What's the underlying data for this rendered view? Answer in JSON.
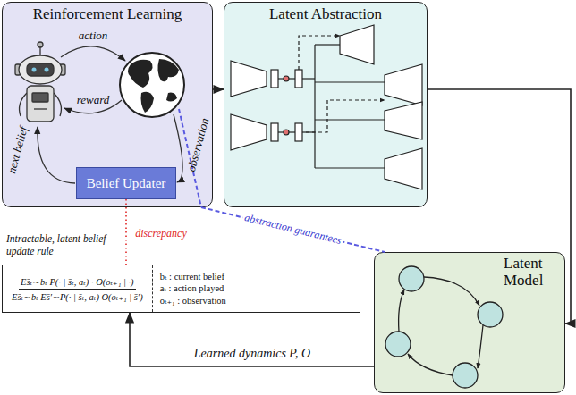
{
  "diagram": {
    "nodes": [
      {
        "text": [
          "Reinforcement Learning"
        ]
      },
      {
        "text": [
          "Belief Updater"
        ],
        "in": 0
      },
      {
        "text": [
          "Latent Abstraction"
        ]
      },
      {
        "text": [
          "Intractable, latent belief update rule",
          "Es̄ₜ∼bₜ P(· | s̄ₜ, aₜ) · O(oₜ₊₁ | ·)",
          "Es̄ₜ∼bₜ Es̄′∼P(· | s̄ₜ, aₜ) O(oₜ₊₁ | s̄′)",
          "bₜ : current belief",
          "aₜ : action played",
          "oₜ₊₁ : observation"
        ]
      },
      {
        "text": [
          "Latent Model"
        ]
      }
    ],
    "edges": [
      {
        "from": 0,
        "to": 2,
        "arrow": "to"
      },
      {
        "from": 2,
        "to": 4,
        "arrow": "to"
      },
      {
        "from": 4,
        "to": 3,
        "arrow": "to",
        "label": "Learned dynamics P, O"
      },
      {
        "from": 1,
        "to": 3,
        "arrow": "none",
        "label": "discrepancy"
      },
      {
        "from": 0,
        "to": 4,
        "arrow": "none",
        "label": "abstraction guarantees"
      }
    ],
    "labels": [
      "action",
      "reward",
      "next belief",
      "observation"
    ]
  }
}
